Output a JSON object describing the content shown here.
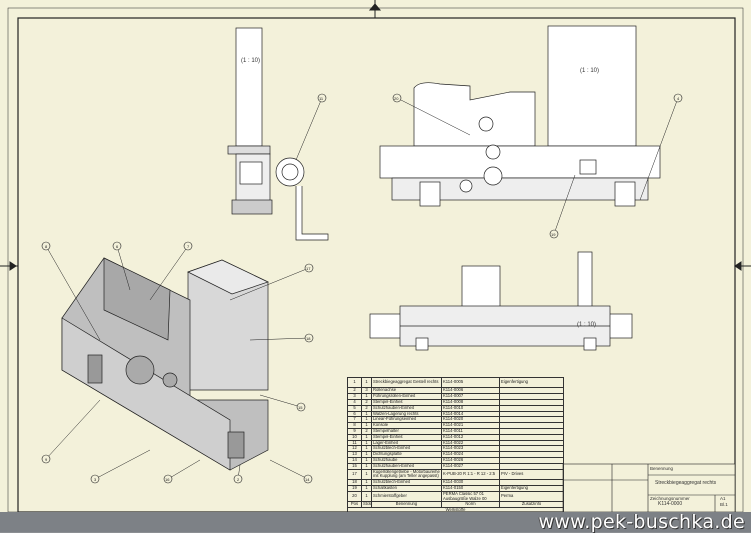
{
  "scales": {
    "view_left": "(1 : 10)",
    "view_right": "(1 : 10)",
    "view_bottom": "(1 : 10)"
  },
  "balloons": [
    "11",
    "20",
    "4",
    "19",
    "8",
    "6",
    "7",
    "17",
    "18",
    "15",
    "9",
    "3",
    "16",
    "2",
    "14",
    "12",
    "10",
    "1"
  ],
  "parts_list": {
    "headers": [
      "Pos",
      "Stck",
      "Benennung",
      "Norm",
      "Zusatzinfo"
    ],
    "footer": "Werkstoffe",
    "rows": [
      [
        "1",
        "1",
        "Streckbiegeaggregat Gestell rechts",
        "K114-0005",
        "Eigenfertigung"
      ],
      [
        "2",
        "3",
        "Rollenachse",
        "K114-0006",
        ""
      ],
      [
        "3",
        "1",
        "Führungsrollen-Einheit",
        "K114-0007",
        ""
      ],
      [
        "4",
        "2",
        "Stempel-Einheit",
        "K114-0008",
        ""
      ],
      [
        "5",
        "2",
        "Schutzhauben-Einheit",
        "K114-0010",
        ""
      ],
      [
        "6",
        "1",
        "Walzen-Lagerung rechts",
        "K114-0014",
        ""
      ],
      [
        "7",
        "1",
        "Linear-Führungseinheit",
        "K114-0020",
        ""
      ],
      [
        "8",
        "1",
        "Konsole",
        "K114-0021",
        ""
      ],
      [
        "9",
        "2",
        "Stempelhalter",
        "K114-0011",
        ""
      ],
      [
        "10",
        "1",
        "Stempel-Einheit",
        "K114-0012",
        ""
      ],
      [
        "11",
        "1",
        "Lager-Einheit",
        "K114-0022",
        ""
      ],
      [
        "12",
        "1",
        "Schutzblech-Einheit",
        "K114-0023",
        ""
      ],
      [
        "13",
        "1",
        "Dichtungsplatte",
        "K114-0024",
        ""
      ],
      [
        "14",
        "1",
        "Schutzhaube",
        "K114-0026",
        ""
      ],
      [
        "15",
        "1",
        "Schutzhauben-Einheit",
        "K114-0027",
        ""
      ],
      [
        "17",
        "1",
        "Kugelrollengetriebe - Motorbaureihe mit Kupplung (am Teller angepasst)",
        "K-PUB-20 R 1:1 - R 12 - 2:5",
        "PIV - Drives"
      ],
      [
        "18",
        "1",
        "Schutzblech-Einheit",
        "K114-0030",
        ""
      ],
      [
        "19",
        "1",
        "Schaltkasten",
        "K114-0150",
        "Eigenfertigung"
      ],
      [
        "20",
        "1",
        "Schmierstoffgeber",
        "PERMA Classic 57 01 Ausbaugröße Walze 00",
        "Perma"
      ]
    ]
  },
  "title_block": {
    "title_label": "Benennung",
    "title": "Streckbiegeaggregat rechts",
    "number_label": "Zeichnungsnummer",
    "number": "K114-0000",
    "size": "A1",
    "sheet": "Bl.1"
  },
  "watermark": "www.pek-buschka.de"
}
